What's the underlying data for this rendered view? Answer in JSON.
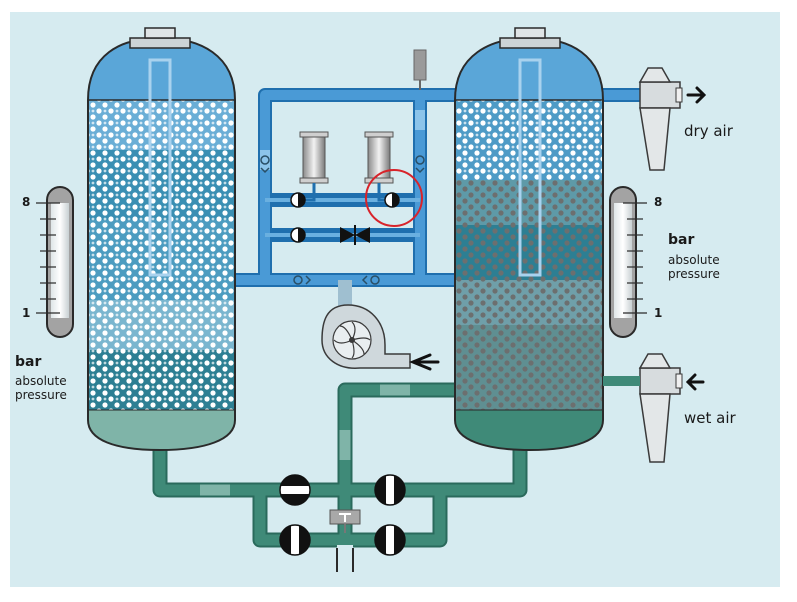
{
  "labels": {
    "dry_air": "dry air",
    "wet_air": "wet air",
    "left_unit": "bar",
    "left_desc_1": "absolute",
    "left_desc_2": "pressure",
    "right_unit": "bar",
    "right_desc_1": "absolute",
    "right_desc_2": "pressure"
  },
  "gauges": {
    "left": {
      "max": "8",
      "min": "1",
      "level": 0.0
    },
    "right": {
      "max": "8",
      "min": "1",
      "level": 0.0
    }
  },
  "colors": {
    "background": "#d6ebf0",
    "pipe_blue": "#3e90cc",
    "pipe_green": "#3f8a78",
    "vessel_top": "#5aa6d8",
    "desiccant_dark": "#2d7f93",
    "saturated": "#6f9396",
    "highlight_ring": "#d8232a"
  },
  "icons": {
    "fan": "centrifugal-fan-icon",
    "valve": "ball-valve-icon",
    "filter": "filter-cartridge-icon",
    "silencer": "silencer-icon",
    "arrow": "arrow-icon"
  }
}
